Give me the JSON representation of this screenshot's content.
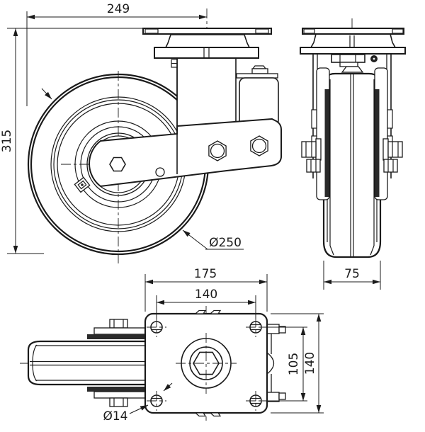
{
  "canvas": {
    "background": "#ffffff",
    "line_color": "#1b1b1b",
    "dark_fill": "#2a2a2a"
  },
  "dims": {
    "front_overall_width": "249",
    "front_overall_height": "315",
    "wheel_diameter": "Ø250",
    "wheel_width": "75",
    "plate_width": "175",
    "bolt_spacing_horizontal": "140",
    "bolt_spacing_vertical": "105",
    "plate_depth": "140",
    "bolt_hole_diameter": "Ø14"
  }
}
